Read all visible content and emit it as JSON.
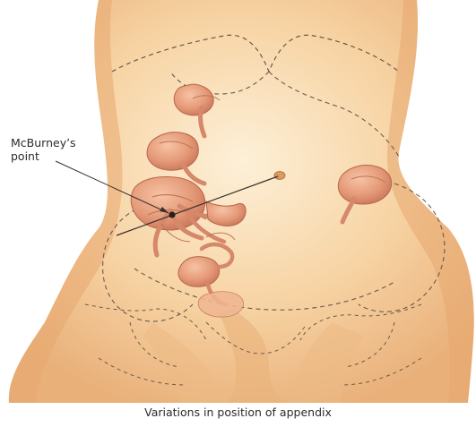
{
  "labels": {
    "landmark_line1": "McBurney’s",
    "landmark_line2": "point",
    "caption": "Variations in position of appendix"
  },
  "colors": {
    "skin_light": "#fbe3bf",
    "skin_mid": "#f3c48e",
    "skin_shadow": "#e2a56b",
    "organ": "#e8a07f",
    "organ_dark": "#c9765a",
    "dashed_outline": "#6b5a4c",
    "text": "#2b2b2b"
  }
}
